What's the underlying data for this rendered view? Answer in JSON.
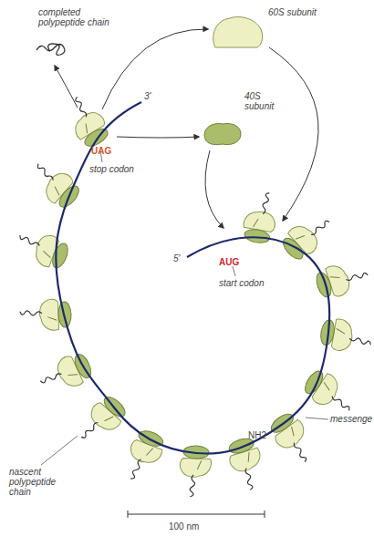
{
  "diagram": {
    "nodes": [
      {
        "text": [
          "60S subunit"
        ]
      },
      {
        "text": [
          "40S subunit"
        ]
      }
    ],
    "labels": [
      "completed polypeptide chain",
      "3'",
      "UAG",
      "stop codon",
      "5'",
      "AUG",
      "start codon",
      "nascent polypeptide chain",
      "messenge",
      "NH2",
      "100 nm"
    ]
  }
}
